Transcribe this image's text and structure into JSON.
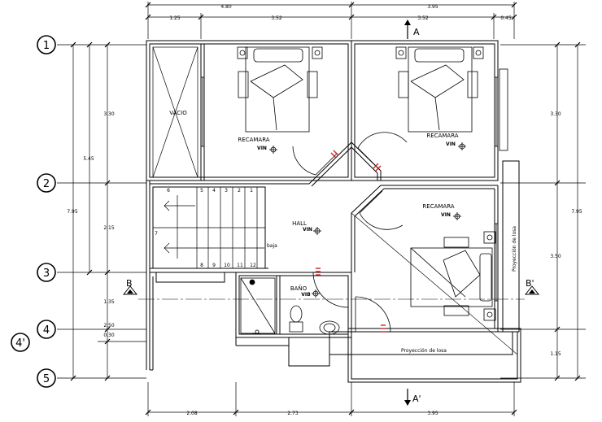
{
  "dimensions": {
    "top_overall": [
      "4.80",
      "3.95"
    ],
    "top_partial": [
      "1.25",
      "3.52",
      "3.52",
      "0.45"
    ],
    "bottom": [
      "2.08",
      "2.73",
      "3.95"
    ],
    "left_partial": [
      "3.30",
      "2.15",
      "1.35",
      "2.50",
      "0.30"
    ],
    "left_mid": "5.45",
    "left_total": "7.95",
    "right_partial": [
      "3.30",
      "3.50",
      "1.15"
    ],
    "right_total": "7.95"
  },
  "grid_axes": [
    "1",
    "2",
    "3",
    "4",
    "4'",
    "5"
  ],
  "sections": {
    "a_top": "A",
    "a_bottom": "A'",
    "b_left": "B",
    "b_right": "B'"
  },
  "rooms": {
    "vacio": "VACIO",
    "recamara_1": "RECAMARA",
    "recamara_2": "RECAMARA",
    "recamara_3": "RECAMARA",
    "hall": "HALL",
    "bano": "BAÑO"
  },
  "level_marks": {
    "recamara_1": "VIN",
    "recamara_2": "VIN",
    "recamara_3": "VIN",
    "hall": "VIN",
    "bano": "VIB"
  },
  "stairs": {
    "steps_top": [
      "6",
      "5",
      "4",
      "3",
      "2",
      "1"
    ],
    "step_mid": "7",
    "steps_bottom": [
      "8",
      "9",
      "10",
      "11",
      "12"
    ],
    "note": "baja"
  },
  "annotations": {
    "slab_projection_right": "Proyección de losa",
    "slab_projection_bottom": "Proyección de losa"
  }
}
